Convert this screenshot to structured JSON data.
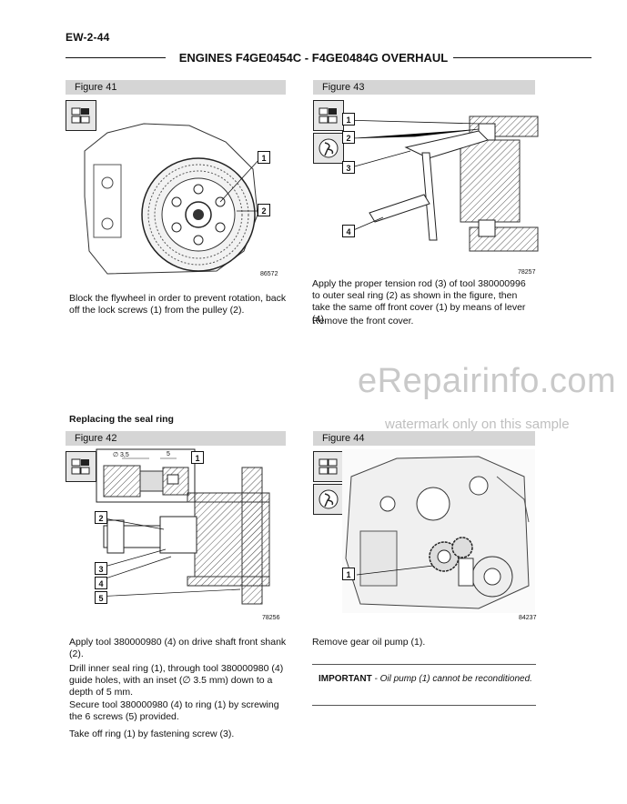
{
  "header": {
    "page_number": "EW-2-44",
    "title": "ENGINES F4GE0454C - F4GE0484G OVERHAUL"
  },
  "figures": {
    "fig41": {
      "label": "Figure 41",
      "code": "86572",
      "callouts": [
        "1",
        "2"
      ]
    },
    "fig43": {
      "label": "Figure 43",
      "code": "78257",
      "callouts": [
        "1",
        "2",
        "3",
        "4"
      ]
    },
    "fig42": {
      "label": "Figure 42",
      "code": "78256",
      "callouts": [
        "1",
        "2",
        "3",
        "4",
        "5"
      ],
      "dim_diameter": "∅ 3,5",
      "dim_depth": "5"
    },
    "fig44": {
      "label": "Figure 44",
      "code": "84237",
      "callouts": [
        "1"
      ]
    }
  },
  "icons": {
    "fig41": "disassembly-icon",
    "fig43_a": "disassembly-icon",
    "fig43_b": "tool-icon",
    "fig42": "disassembly-icon",
    "fig44_a": "assembly-icon",
    "fig44_b": "tool-icon"
  },
  "text": {
    "fig41_caption": "Block the flywheel in order to prevent rotation, back off the lock screws (1) from the pulley (2).",
    "fig43_caption": "Apply the proper tension rod (3) of tool 380000996 to outer seal ring (2) as shown in the figure, then take the same off front cover (1) by means of lever (4).",
    "fig43_caption2": "Remove the front cover.",
    "subheading": "Replacing the seal ring",
    "fig42_p1": "Apply tool 380000980 (4) on drive shaft front shank (2).",
    "fig42_p2": "Drill inner seal ring (1), through tool 380000980 (4) guide holes, with an inset (∅ 3.5 mm) down to a depth of 5 mm.",
    "fig42_p3": "Secure tool 380000980 (4) to ring (1) by screwing the 6 screws (5) provided.",
    "fig42_p4": "Take off ring (1) by fastening screw (3).",
    "fig44_caption": "Remove gear oil pump (1).",
    "important_label": "IMPORTANT",
    "important_text": " - Oil pump (1) cannot be reconditioned."
  },
  "watermark": {
    "main": "eRepairinfo.com",
    "sub": "watermark only on this sample"
  }
}
